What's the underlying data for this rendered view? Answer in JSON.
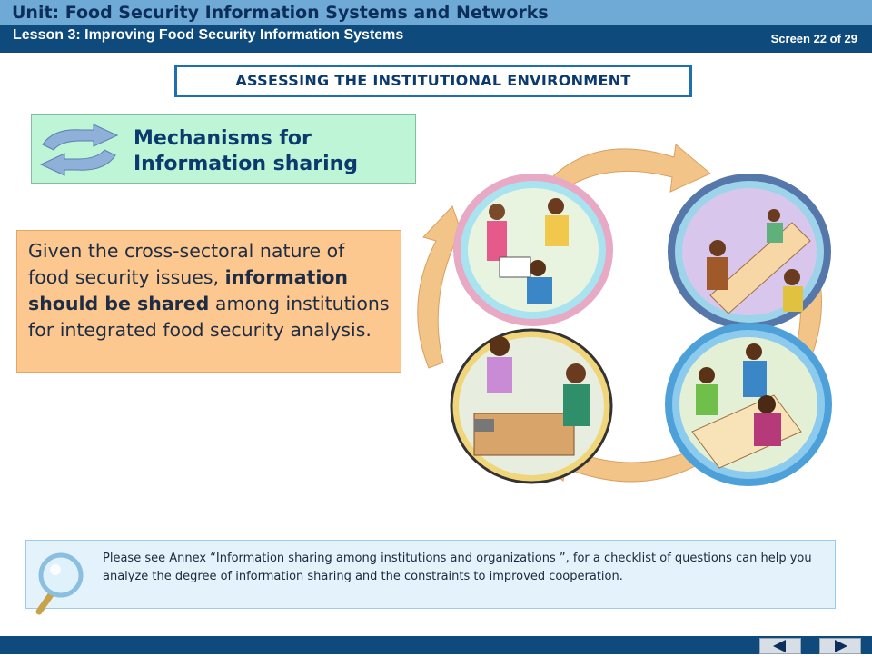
{
  "header": {
    "unit_title": "Unit: Food Security Information Systems and Networks",
    "lesson_title": "Lesson 3: Improving Food Security Information Systems",
    "screen_counter": "Screen 22 of 29"
  },
  "section_title": "ASSESSING THE INSTITUTIONAL ENVIRONMENT",
  "mechanisms": {
    "title_line1": "Mechanisms for",
    "title_line2": "Information sharing",
    "icon": "cycle-arrows-icon"
  },
  "main_text": {
    "part1": "Given the cross-sectoral nature of food security issues,",
    "emphasis": "information should be shared",
    "part2": "among institutions for integrated food security analysis."
  },
  "illustration": {
    "icon": "cycle-arrows-icon",
    "scenes": [
      "people-discussing-scene",
      "meeting-table-scene",
      "office-desk-scene",
      "group-work-scene"
    ]
  },
  "note": {
    "icon": "magnifier-icon",
    "text": "Please see Annex “Information sharing among institutions and organizations ”, for a checklist of questions can help you analyze the degree of information sharing and the constraints to improved cooperation."
  },
  "navigation": {
    "prev_icon": "triangle-left-icon",
    "next_icon": "triangle-right-icon"
  },
  "colors": {
    "header_dark": "#0e4a7c",
    "header_light": "#6fa9d6",
    "mechanism_bg": "#bdf5d6",
    "text_box_bg": "#fdc890",
    "note_bg": "#e4f2fb",
    "arrow": "#f3c487"
  }
}
